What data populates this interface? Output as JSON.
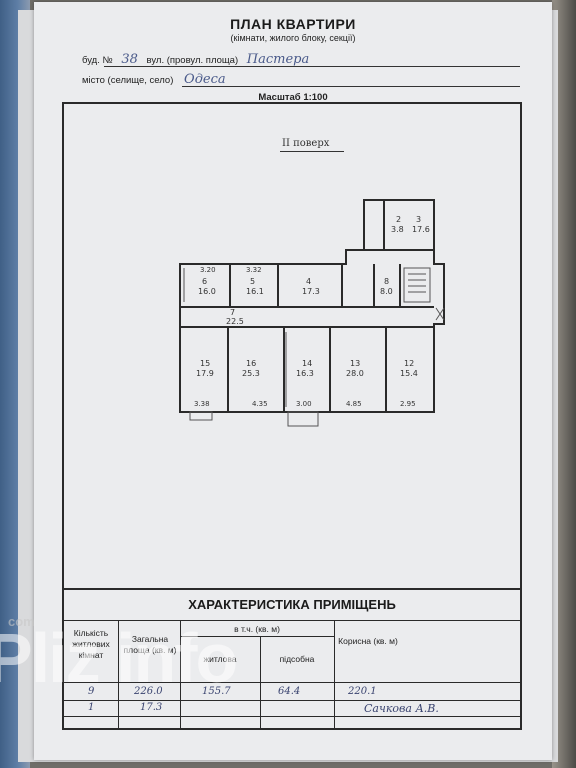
{
  "document": {
    "title": "ПЛАН КВАРТИРИ",
    "subtitle": "(кімнати, жилого блоку, секції)",
    "building_label": "буд. №",
    "building_number": "38",
    "street_label": "вул. (провул. площа)",
    "street_value": "Пастера",
    "city_label": "місто (селище, село)",
    "city_value": "Одеса",
    "scale": "Масштаб 1:100",
    "floor": "II поверх"
  },
  "plan": {
    "rooms": [
      {
        "num": "2",
        "area": "3.8"
      },
      {
        "num": "3",
        "area": "17.6"
      },
      {
        "num": "6",
        "area": "16.0"
      },
      {
        "num": "5",
        "area": "16.1"
      },
      {
        "num": "4",
        "area": "17.3"
      },
      {
        "num": "8",
        "area": "8.0"
      },
      {
        "num": "7",
        "area": "22.5"
      },
      {
        "num": "15",
        "area": "17.9"
      },
      {
        "num": "16",
        "area": "25.3"
      },
      {
        "num": "14",
        "area": "16.3"
      },
      {
        "num": "13",
        "area": "28.0"
      },
      {
        "num": "12",
        "area": "15.4"
      }
    ],
    "dims": [
      "3.20",
      "3.32",
      "3.38",
      "4.35",
      "3.00",
      "4.85",
      "2.95"
    ]
  },
  "table": {
    "heading": "ХАРАКТЕРИСТИКА ПРИМІЩЕНЬ",
    "col_rooms": "Кількість житлових кімнат",
    "col_total": "Загальна площа (кв. м)",
    "col_incl": "в т.ч. (кв. м)",
    "col_living": "житлова",
    "col_aux": "підсобна",
    "col_useful": "Корисна (кв. м)",
    "row1": {
      "rooms": "9",
      "total": "226.0",
      "living": "155.7",
      "aux": "64.4",
      "useful": "220.1"
    },
    "row2": {
      "rooms": "1",
      "total": "17.3",
      "signature": "Сачкова А.В."
    }
  },
  "watermark": {
    "text": "Pliz info",
    "small": "com"
  }
}
